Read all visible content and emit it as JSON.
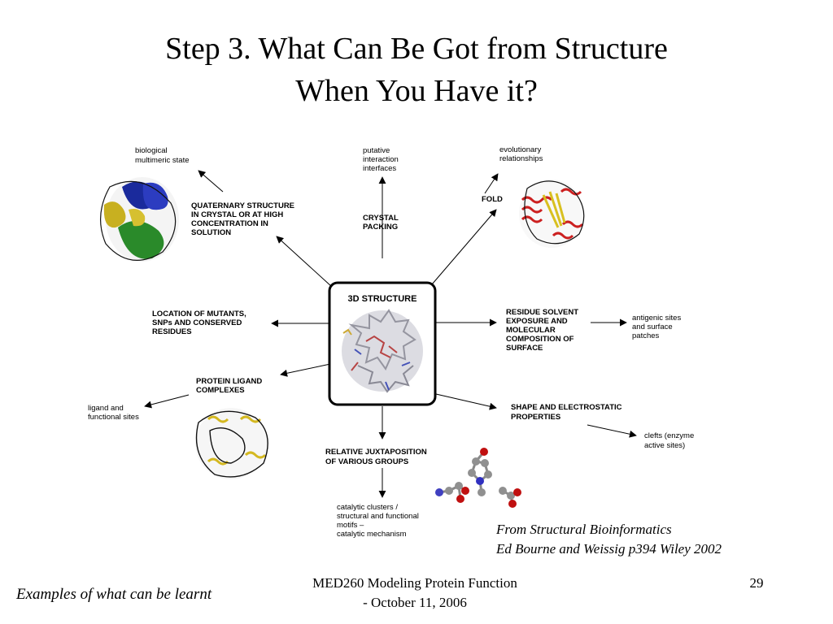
{
  "slide": {
    "title_line1": "Step 3. What Can Be Got from Structure",
    "title_line2": "When You Have it?"
  },
  "diagram": {
    "center": "3D STRUCTURE",
    "nodes": {
      "quaternary": [
        "QUATERNARY STRUCTURE",
        "IN CRYSTAL OR AT HIGH",
        "CONCENTRATION IN",
        "SOLUTION"
      ],
      "quaternary_out": [
        "biological",
        "multimeric state"
      ],
      "crystal": [
        "CRYSTAL",
        "PACKING"
      ],
      "crystal_out": [
        "putative",
        "interaction",
        "interfaces"
      ],
      "fold": [
        "FOLD"
      ],
      "fold_out": [
        "evolutionary",
        "relationships"
      ],
      "mutants": [
        "LOCATION OF MUTANTS,",
        "SNPs AND CONSERVED",
        "RESIDUES"
      ],
      "solvent": [
        "RESIDUE SOLVENT",
        "EXPOSURE AND",
        "MOLECULAR",
        "COMPOSITION OF",
        "SURFACE"
      ],
      "solvent_out": [
        "antigenic sites",
        "and surface",
        "patches"
      ],
      "ligand": [
        "PROTEIN LIGAND",
        "COMPLEXES"
      ],
      "ligand_out": [
        "ligand and",
        "functional sites"
      ],
      "shape": [
        "SHAPE AND ELECTROSTATIC",
        "PROPERTIES"
      ],
      "shape_out": [
        "clefts (enzyme",
        "active sites)"
      ],
      "juxtaposition": [
        "RELATIVE JUXTAPOSITION",
        "OF VARIOUS GROUPS"
      ],
      "juxtaposition_out": [
        "catalytic clusters /",
        "structural and functional",
        "motifs –",
        "catalytic mechanism"
      ]
    }
  },
  "citation": {
    "line1": "From Structural Bioinformatics",
    "line2": "Ed Bourne and Weissig p394 Wiley 2002"
  },
  "footer": {
    "left": "Examples of what can be learnt",
    "center_line1": "MED260 Modeling Protein Function",
    "center_line2": "- October 11, 2006",
    "page": "29"
  }
}
